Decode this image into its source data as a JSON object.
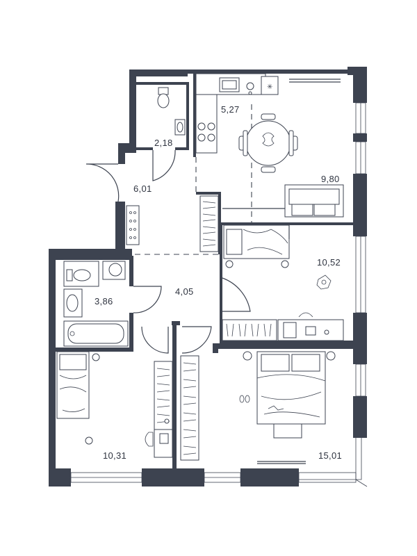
{
  "plan": {
    "rooms": [
      {
        "id": "toilet",
        "area": "2,18"
      },
      {
        "id": "kitchen",
        "area": "5,27"
      },
      {
        "id": "living",
        "area": "9,80"
      },
      {
        "id": "hall",
        "area": "6,01"
      },
      {
        "id": "bedroom-right",
        "area": "10,52"
      },
      {
        "id": "bathroom",
        "area": "3,86"
      },
      {
        "id": "corridor",
        "area": "4,05"
      },
      {
        "id": "bedroom-left",
        "area": "10,31"
      },
      {
        "id": "master-bedroom",
        "area": "15,01"
      }
    ],
    "colors": {
      "wall": "#3d4350",
      "line": "#3d4350",
      "background": "#ffffff"
    }
  }
}
